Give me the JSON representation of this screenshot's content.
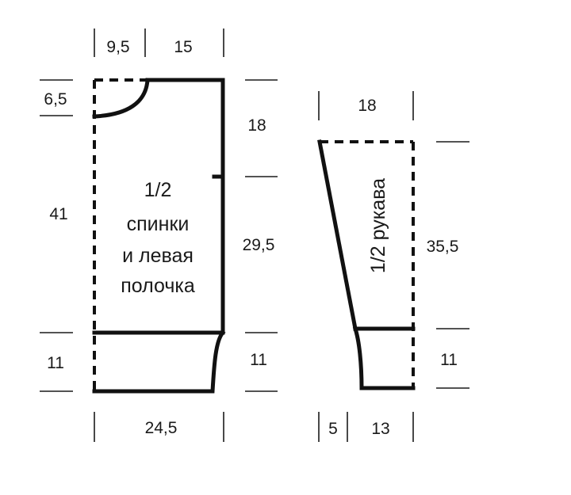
{
  "pieces": {
    "back_front": {
      "label_lines": [
        "1/2",
        "спинки",
        "и левая",
        "полочка"
      ],
      "dimensions": {
        "top_left_width": "9,5",
        "top_right_width": "15",
        "neck_depth": "6,5",
        "side_height": "41",
        "armhole_height": "18",
        "body_height": "29,5",
        "rib_height_left": "11",
        "rib_height_right": "11",
        "bottom_width": "24,5"
      }
    },
    "sleeve": {
      "label": "1/2 рукава",
      "dimensions": {
        "top_width": "18",
        "length": "35,5",
        "cuff_height": "11",
        "bottom_left": "5",
        "bottom_right": "13"
      }
    }
  }
}
